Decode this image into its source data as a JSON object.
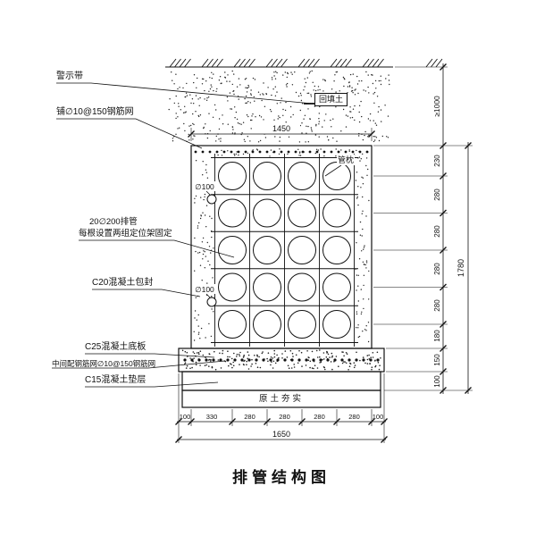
{
  "title": "排管结构图",
  "labels": {
    "warning_tape": "警示带",
    "top_mesh": "铺∅10@150钢筋网",
    "pipes_line1": "20∅200排管",
    "pipes_line2": "每根设置两组定位架固定",
    "encasement": "C20混凝土包封",
    "base_slab": "C25混凝土底板",
    "middle_mesh": "中间配钢筋网∅10@150钢筋网",
    "cushion": "C15混凝土垫层",
    "backfill_soil": "回填土",
    "pipe_support": "管枕",
    "compacted_soil": "原土夯实",
    "dia100_upper": "∅100",
    "dia100_lower": "∅100"
  },
  "dimensions": {
    "top_width": "1450",
    "soil_cover": "≥1000",
    "right_segments": [
      "230",
      "280",
      "280",
      "280",
      "280",
      "180",
      "150",
      "100"
    ],
    "right_total": "1780",
    "bottom_segments": [
      "100",
      "330",
      "280",
      "280",
      "280",
      "280",
      "100"
    ],
    "bottom_total": "1650"
  }
}
